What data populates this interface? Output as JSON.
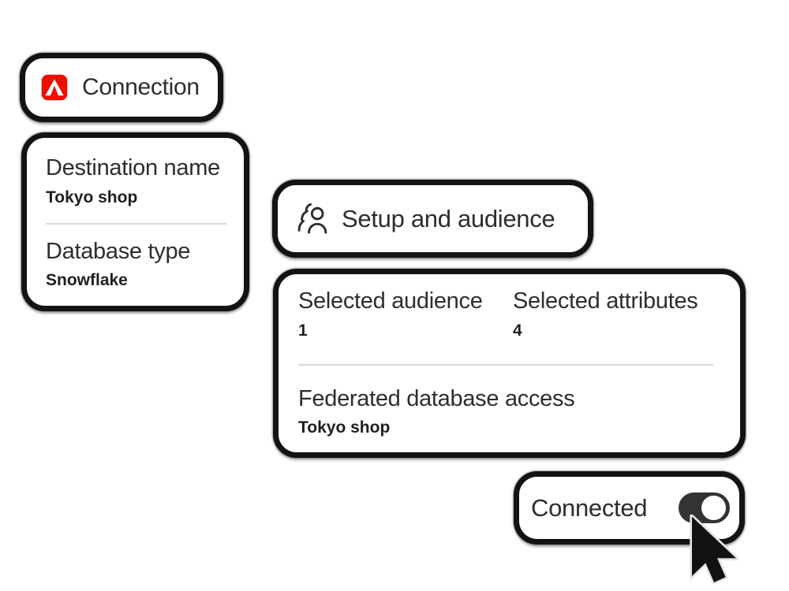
{
  "colors": {
    "background": "#ffffff",
    "card_bg": "#ffffff",
    "card_border": "#131313",
    "text_primary": "#2d2d2d",
    "text_bold": "#1f1f1f",
    "divider": "#d9d9d9",
    "adobe_red": "#EB1000",
    "adobe_mark": "#ffffff",
    "toggle_track_on": "#333333",
    "toggle_knob": "#ffffff",
    "cursor_fill": "#111111",
    "cursor_outline": "#e4e4e4"
  },
  "connection_card": {
    "icon": "adobe-logo-icon",
    "title": "Connection"
  },
  "connection_details_card": {
    "fields": [
      {
        "label": "Destination name",
        "value": "Tokyo shop"
      },
      {
        "label": "Database type",
        "value": "Snowflake"
      }
    ]
  },
  "setup_card": {
    "icon": "audience-icon",
    "title": "Setup and audience"
  },
  "setup_details_card": {
    "stats": [
      {
        "label": "Selected audience",
        "value": "1"
      },
      {
        "label": "Selected attributes",
        "value": "4"
      }
    ],
    "federated": {
      "label": "Federated database access",
      "value": "Tokyo shop"
    }
  },
  "status_card": {
    "label": "Connected",
    "toggle_state": "on"
  }
}
